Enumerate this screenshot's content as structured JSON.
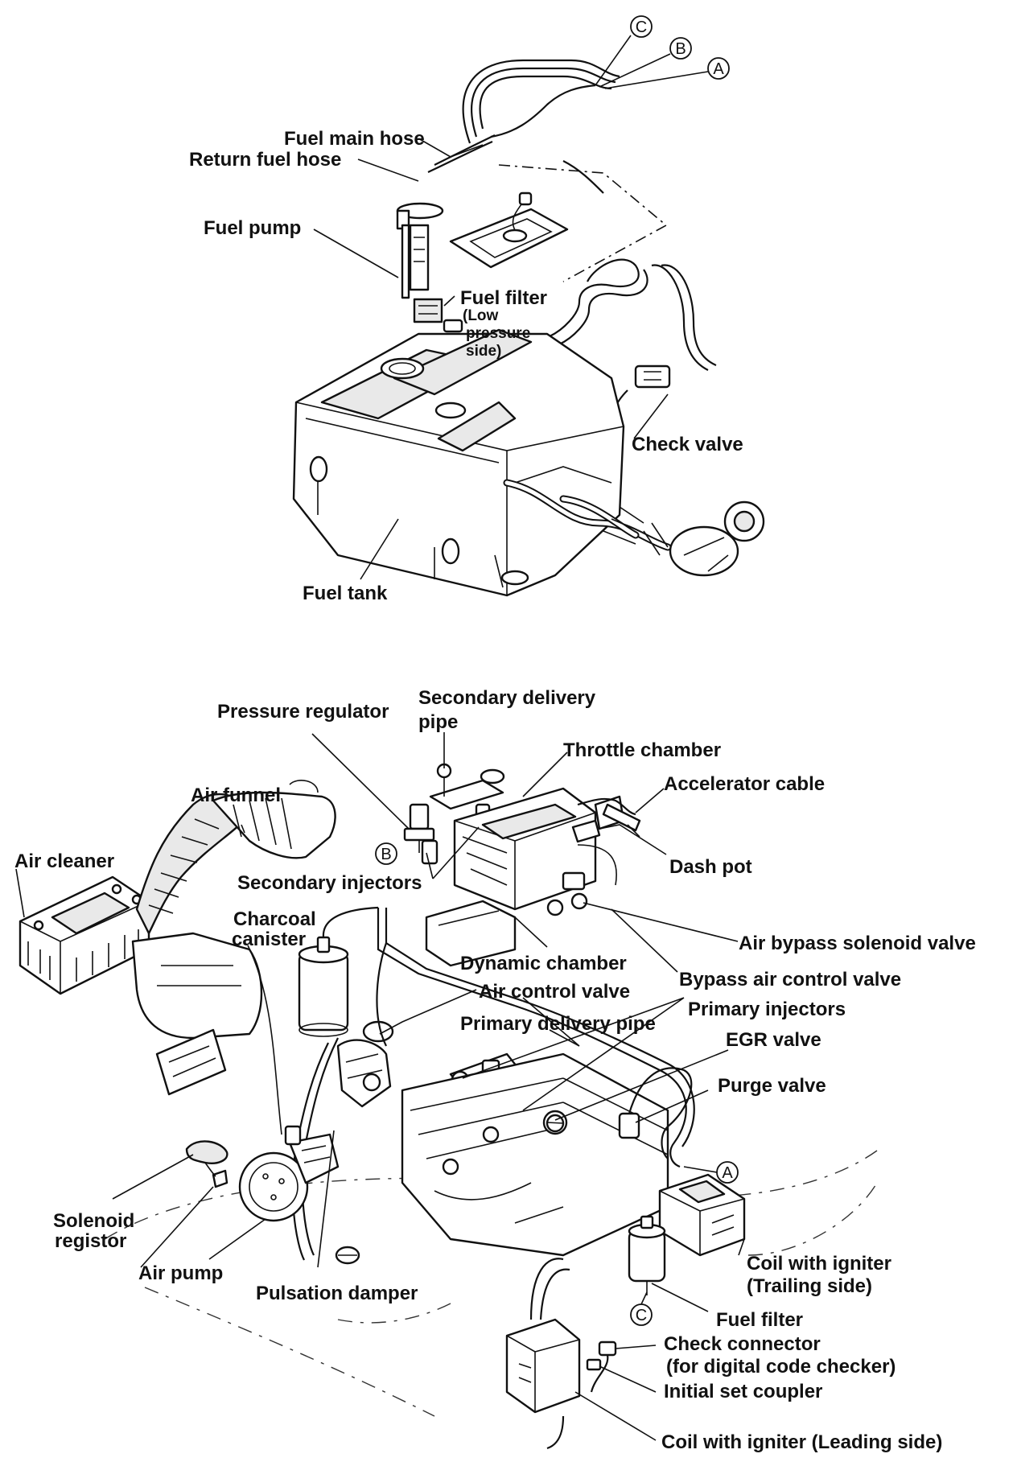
{
  "diagram": {
    "callouts": {
      "c_top": "C",
      "b_top": "B",
      "a_top": "A",
      "b_mid": "B",
      "a_low": "A",
      "c_low": "C"
    },
    "labels": {
      "fuel_main_hose": "Fuel main hose",
      "return_fuel_hose": "Return fuel hose",
      "fuel_pump": "Fuel pump",
      "fuel_filter": "Fuel filter",
      "fuel_filter_note_1": "(Low",
      "fuel_filter_note_2": "pressure",
      "fuel_filter_note_3": "side)",
      "check_valve": "Check valve",
      "fuel_tank": "Fuel tank",
      "pressure_regulator": "Pressure regulator",
      "secondary_delivery_pipe_1": "Secondary delivery",
      "secondary_delivery_pipe_2": "pipe",
      "throttle_chamber": "Throttle chamber",
      "accelerator_cable": "Accelerator cable",
      "air_funnel": "Air funnel",
      "air_cleaner": "Air cleaner",
      "dash_pot": "Dash pot",
      "secondary_injectors": "Secondary injectors",
      "charcoal_canister_1": "Charcoal",
      "charcoal_canister_2": "canister",
      "air_bypass_solenoid_valve": "Air bypass solenoid valve",
      "dynamic_chamber": "Dynamic chamber",
      "bypass_air_control_valve": "Bypass air control valve",
      "air_control_valve": "Air control valve",
      "primary_injectors": "Primary injectors",
      "primary_delivery_pipe": "Primary delivery pipe",
      "egr_valve": "EGR valve",
      "purge_valve": "Purge valve",
      "solenoid_registor_1": "Solenoid",
      "solenoid_registor_2": "registor",
      "air_pump": "Air pump",
      "pulsation_damper": "Pulsation damper",
      "coil_trailing_1": "Coil with igniter",
      "coil_trailing_2": "(Trailing side)",
      "fuel_filter_2": "Fuel filter",
      "check_connector_1": "Check connector",
      "check_connector_2": "(for digital code checker)",
      "initial_set_coupler": "Initial set coupler",
      "coil_leading": "Coil with igniter (Leading side)"
    }
  }
}
